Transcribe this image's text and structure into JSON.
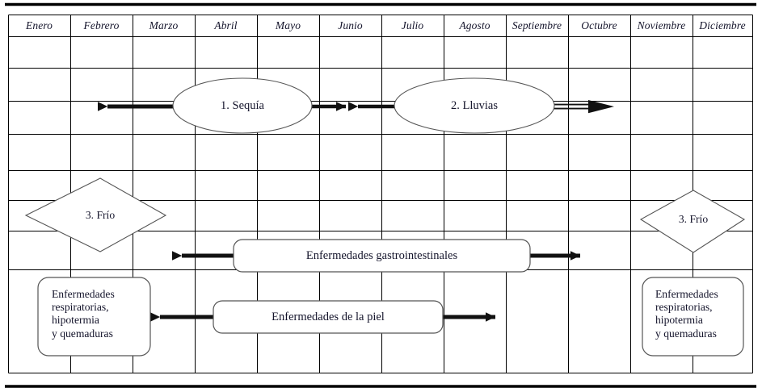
{
  "figure": {
    "type": "seasonal-health-calendar-diagram",
    "language": "es"
  },
  "calendar": {
    "months": [
      {
        "id": "enero",
        "label": "Enero"
      },
      {
        "id": "febrero",
        "label": "Febrero"
      },
      {
        "id": "marzo",
        "label": "Marzo"
      },
      {
        "id": "abril",
        "label": "Abril"
      },
      {
        "id": "mayo",
        "label": "Mayo"
      },
      {
        "id": "junio",
        "label": "Junio"
      },
      {
        "id": "julio",
        "label": "Julio"
      },
      {
        "id": "agosto",
        "label": "Agosto"
      },
      {
        "id": "septiembre",
        "label": "Septiembre"
      },
      {
        "id": "octubre",
        "label": "Octubre"
      },
      {
        "id": "noviembre",
        "label": "Noviembre"
      },
      {
        "id": "diciembre",
        "label": "Diciembre"
      }
    ],
    "rows": 10,
    "grid_color": "#000000",
    "border_color": "#000000"
  },
  "nodes": {
    "sequia": {
      "label": "1. Sequía",
      "shape": "ellipse",
      "span_months": [
        "Marzo",
        "Abril",
        "Mayo"
      ]
    },
    "lluvias": {
      "label": "2. Lluvias",
      "shape": "ellipse",
      "span_months": [
        "Julio",
        "Agosto",
        "Septiembre"
      ]
    },
    "frio_izquierda": {
      "label": "3. Frío",
      "shape": "diamond",
      "span_months": [
        "Enero",
        "Febrero"
      ]
    },
    "frio_derecha": {
      "label": "3. Frío",
      "shape": "diamond",
      "span_months": [
        "Noviembre",
        "Diciembre"
      ]
    },
    "gastrointestinales": {
      "label": "Enfermedades gastrointestinales",
      "shape": "rounded-rect"
    },
    "piel": {
      "label": "Enfermedades de la piel",
      "shape": "rounded-rect"
    },
    "respiratorias_izquierda": {
      "lines": [
        "Enfermedades",
        "respiratorias,",
        "hipotermia",
        "y quemaduras"
      ],
      "shape": "rounded-rect"
    },
    "respiratorias_derecha": {
      "lines": [
        "Enfermedades",
        "respiratorias,",
        "hipotermia",
        "y quemaduras"
      ],
      "shape": "rounded-rect"
    }
  },
  "colors": {
    "ink": "#14142b",
    "line": "#000000",
    "arrow": "#111111",
    "shape_stroke": "#555555",
    "page": "#ffffff"
  }
}
